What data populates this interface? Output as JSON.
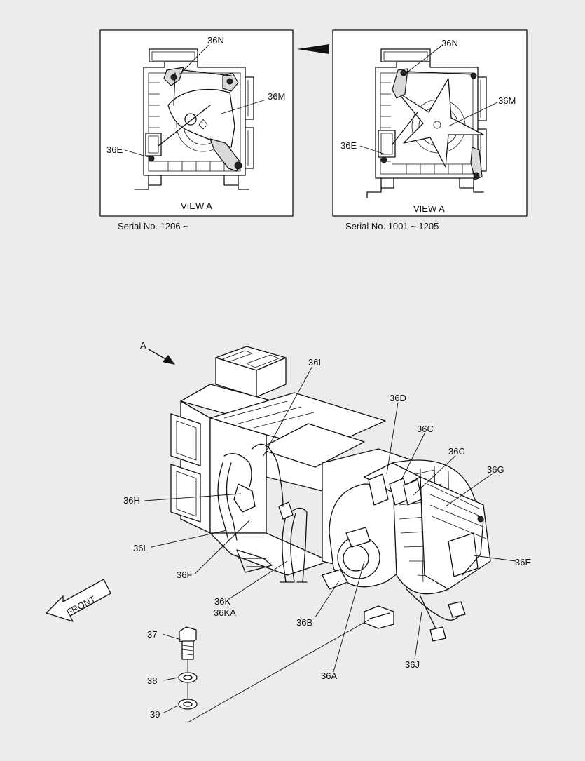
{
  "view_left": {
    "caption": "VIEW  A",
    "serial": "Serial No. 1206 ~",
    "labels": {
      "n": "36N",
      "m": "36M",
      "e": "36E"
    }
  },
  "view_right": {
    "caption": "VIEW  A",
    "serial": "Serial No. 1001 ~ 1205",
    "labels": {
      "n": "36N",
      "m": "36M",
      "e": "36E"
    }
  },
  "main": {
    "view_marker": "A",
    "front_label": "FRONT",
    "labels": {
      "i": "36I",
      "d": "36D",
      "c1": "36C",
      "c2": "36C",
      "g": "36G",
      "h": "36H",
      "l": "36L",
      "f": "36F",
      "k": "36K",
      "ka": "36KA",
      "b": "36B",
      "e": "36E",
      "a": "36A",
      "j": "36J",
      "p37": "37",
      "p38": "38",
      "p39": "39"
    }
  },
  "colors": {
    "background": "#ececec",
    "ink": "#111111",
    "panel": "#ffffff",
    "shade": "#d9d9d9"
  }
}
